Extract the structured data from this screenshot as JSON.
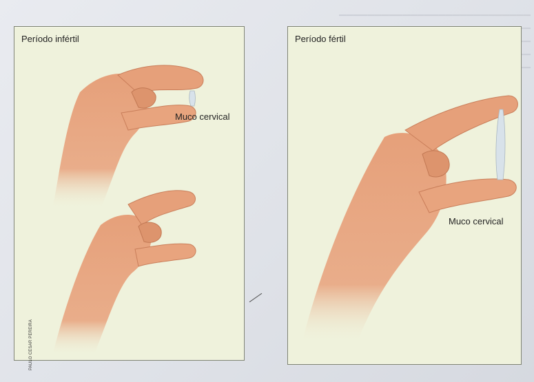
{
  "panels": {
    "left": {
      "title": "Período infértil",
      "label": "Muco cervical"
    },
    "right": {
      "title": "Período fértil",
      "label": "Muco cervical"
    }
  },
  "credit": "PAULO CESAR PEREIRA",
  "colors": {
    "panel": "#eff2dc",
    "skin": "#e6a07a",
    "skin_shadow": "#c97e5a",
    "mucus": "#d8e2ea"
  },
  "illustrations": [
    {
      "panel": "left",
      "depicts": "hand-pinch-closed-mucus"
    },
    {
      "panel": "left",
      "depicts": "hand-pinch-open-no-strand"
    },
    {
      "panel": "right",
      "depicts": "hand-pinch-open-stretched-mucus"
    }
  ]
}
